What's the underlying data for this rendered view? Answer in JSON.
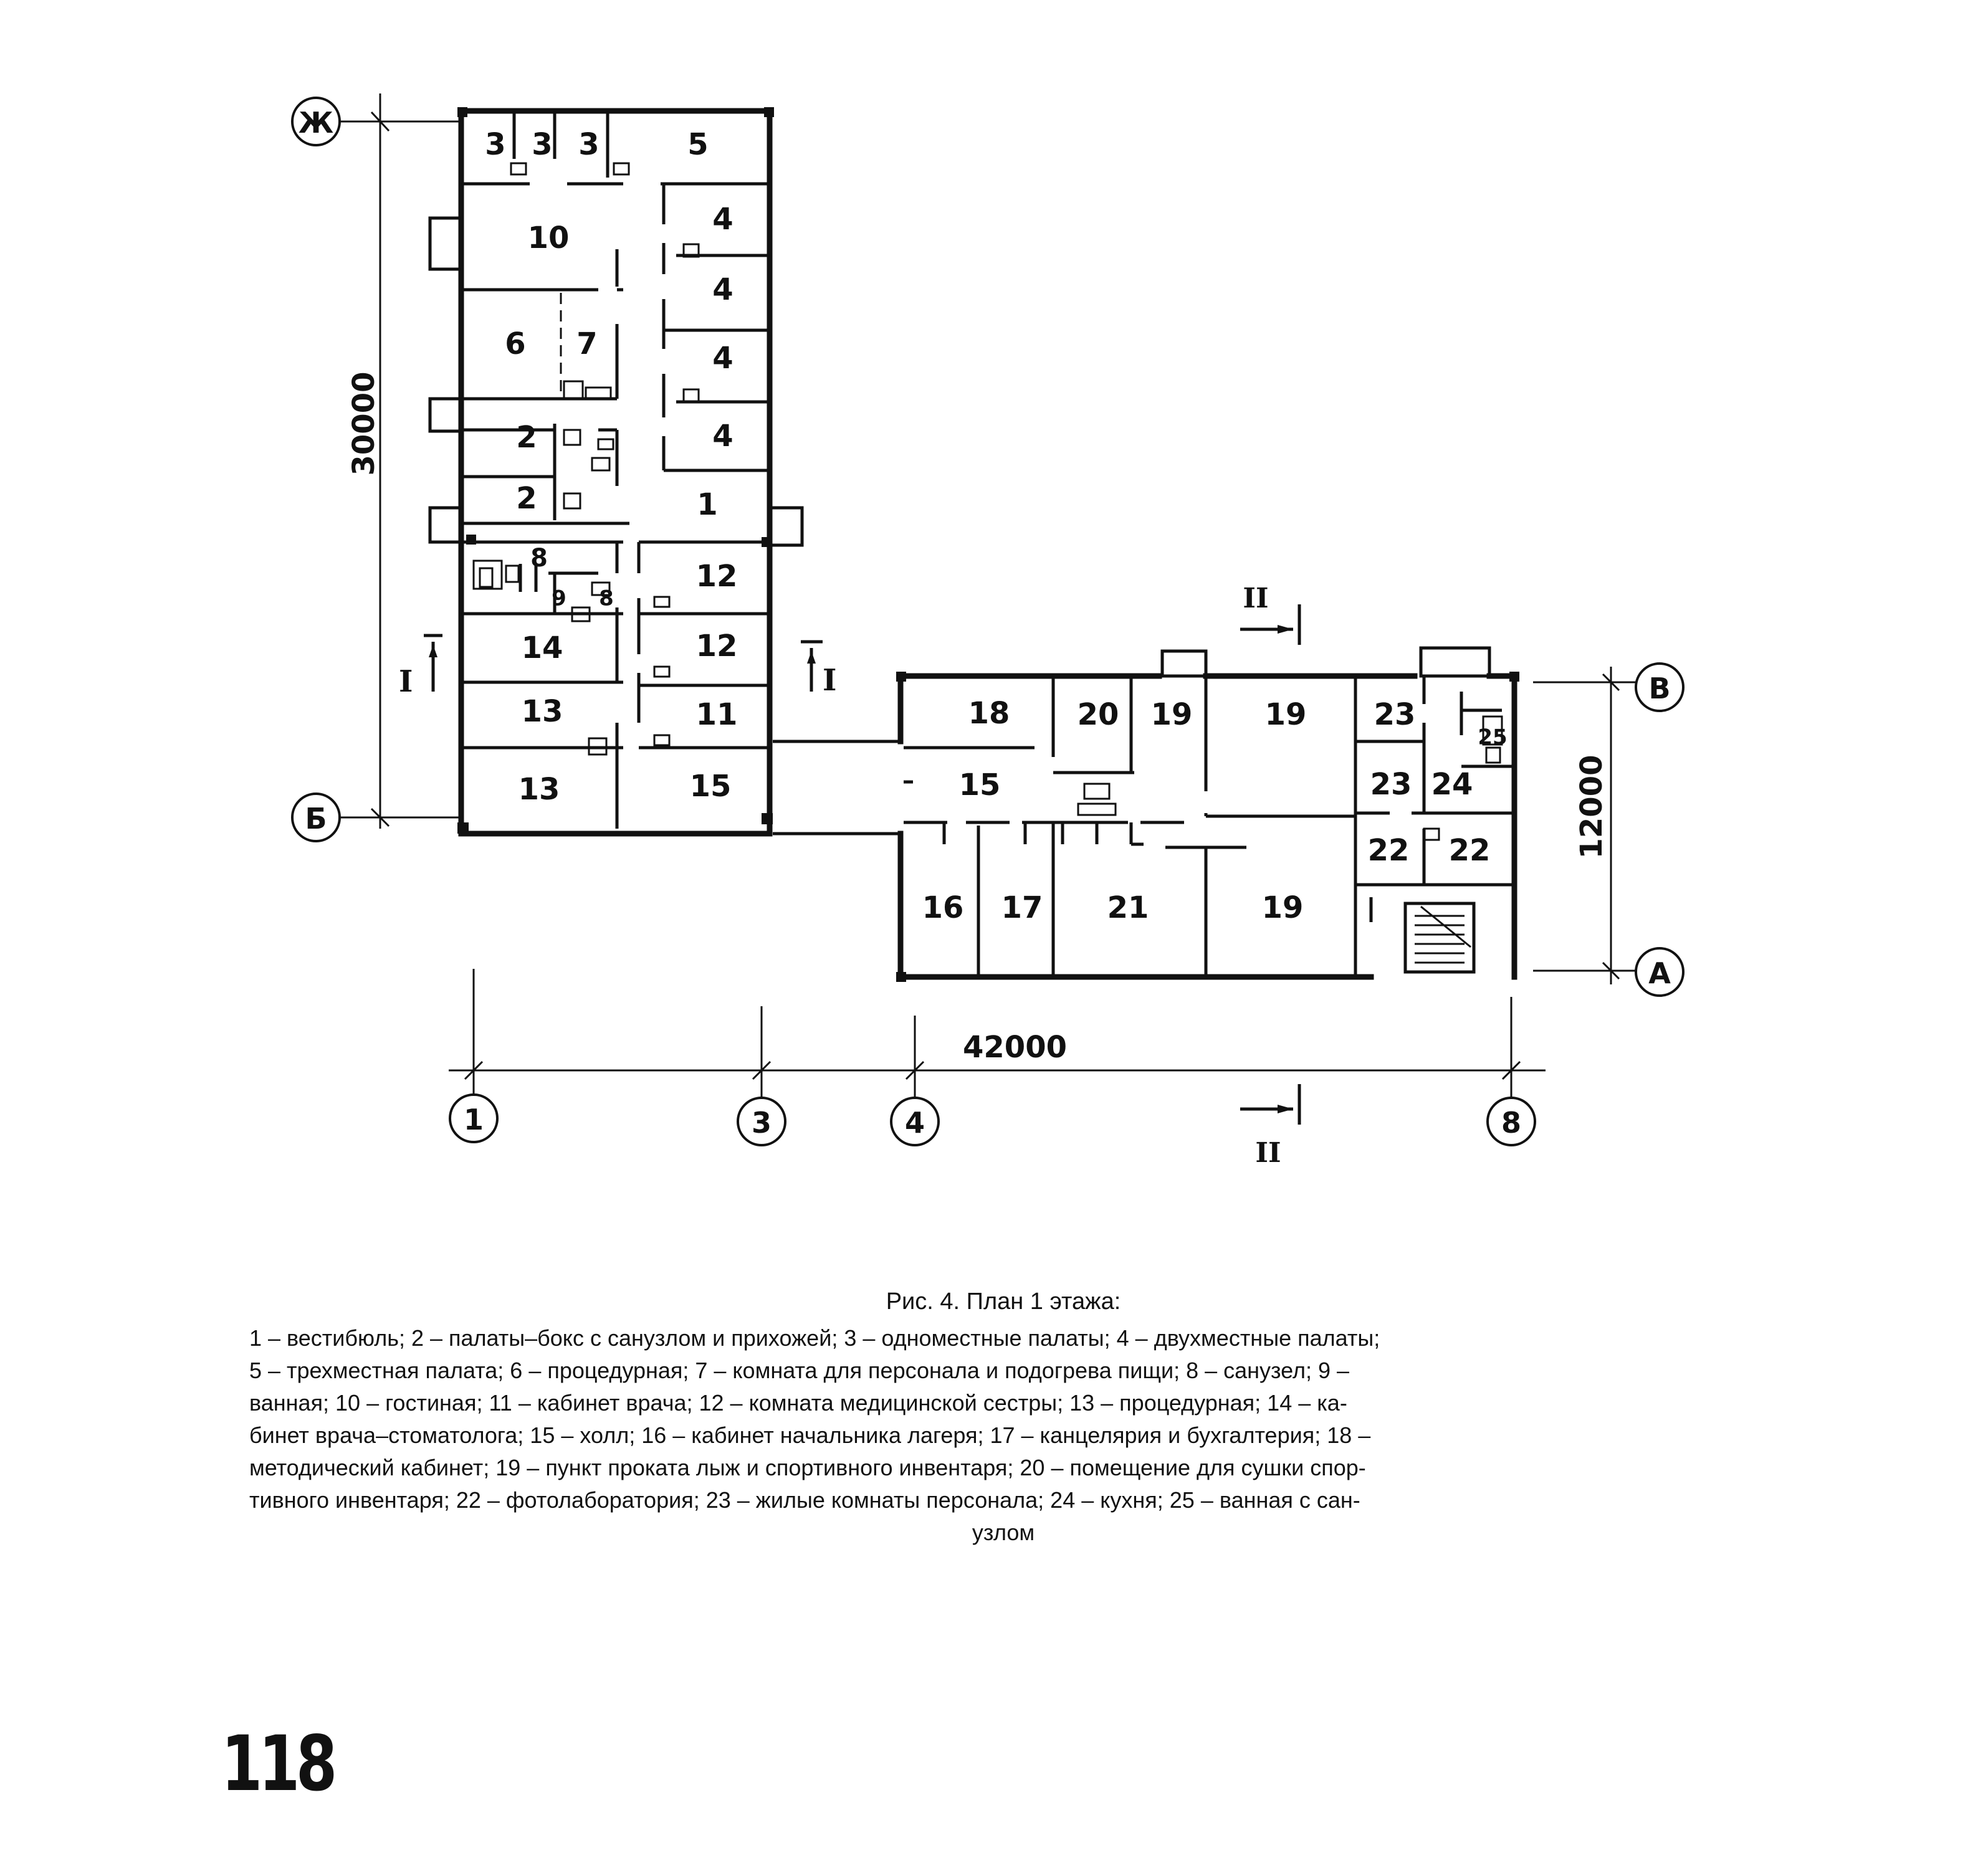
{
  "plan": {
    "rooms": {
      "r3a": "3",
      "r3b": "3",
      "r3c": "3",
      "r5": "5",
      "r10": "10",
      "r4a": "4",
      "r4b": "4",
      "r4c": "4",
      "r4d": "4",
      "r6": "6",
      "r7": "7",
      "r2a": "2",
      "r2b": "2",
      "r1": "1",
      "r8a": "8",
      "r9": "9",
      "r8b": "8",
      "r12a": "12",
      "r12b": "12",
      "r14": "14",
      "r13a": "13",
      "r11": "11",
      "r13b": "13",
      "r15a": "15",
      "r18": "18",
      "r15b": "15",
      "r20": "20",
      "r19a": "19",
      "r19b": "19",
      "r16": "16",
      "r17": "17",
      "r21": "21",
      "r19c": "19",
      "r23a": "23",
      "r23b": "23",
      "r24": "24",
      "r25": "25",
      "r22a": "22",
      "r22b": "22"
    },
    "axes": {
      "zh": "Ж",
      "b": "Б",
      "v": "В",
      "a": "А",
      "n1": "1",
      "n3": "3",
      "n4": "4",
      "n8": "8"
    },
    "dimensions": {
      "height_left": "30000",
      "width_bottom": "42000",
      "height_right": "12000"
    },
    "sections": {
      "s1": "I",
      "s2": "II"
    }
  },
  "caption": {
    "title": "Рис. 4. План 1 этажа:",
    "lines": [
      "1 – вестибюль; 2 – палаты–бокс с санузлом и прихожей; 3 – одноместные палаты; 4 – двухместные палаты;",
      "5 – трехместная палата; 6 – процедурная; 7 – комната для персонала и подогрева пищи; 8 – санузел; 9 –",
      "ванная; 10 – гостиная; 11 – кабинет врача; 12 – комната медицинской сестры; 13 – процедурная; 14 – ка-",
      "бинет врача–стоматолога; 15 – холл; 16 – кабинет начальника лагеря; 17 – канцелярия и бухгалтерия; 18 –",
      "методический кабинет; 19 – пункт проката лыж и спортивного инвентаря; 20 – помещение для сушки спор-",
      "тивного инвентаря; 22 – фотолаборатория; 23 – жилые комнаты персонала; 24 – кухня; 25 – ванная с сан-",
      "узлом"
    ]
  },
  "page_number": "118"
}
